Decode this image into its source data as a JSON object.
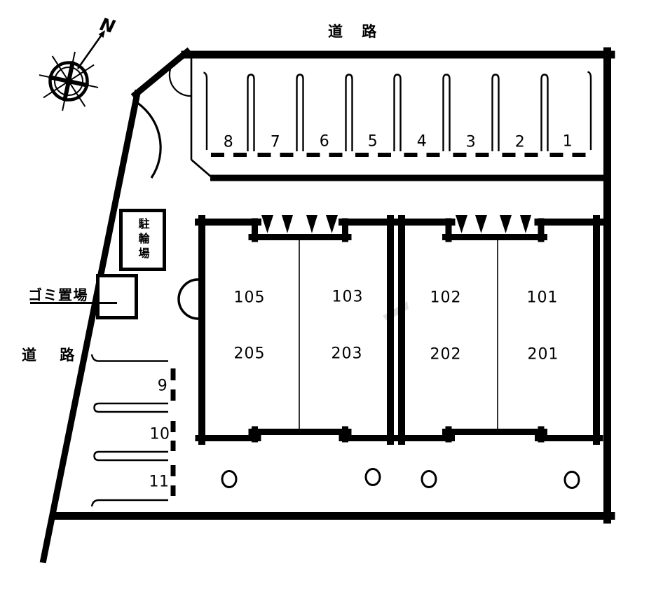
{
  "site": {
    "road_label_top": "道 路",
    "road_label_left": "道 路",
    "north_label": "N"
  },
  "facilities": {
    "bicycle_parking": "駐輪場",
    "garbage_area": "ゴミ置場"
  },
  "parking_main": {
    "stall_numbers": [
      "8",
      "7",
      "6",
      "5",
      "4",
      "3",
      "2",
      "1"
    ]
  },
  "parking_side": {
    "stall_numbers": [
      "9",
      "10",
      "11"
    ]
  },
  "buildings": {
    "left": {
      "units": [
        {
          "floor1": "105",
          "floor2": "205"
        },
        {
          "floor1": "103",
          "floor2": "203"
        }
      ]
    },
    "right": {
      "units": [
        {
          "floor1": "102",
          "floor2": "202"
        },
        {
          "floor1": "101",
          "floor2": "201"
        }
      ]
    }
  },
  "colors": {
    "line": "#000000",
    "background": "#ffffff"
  }
}
